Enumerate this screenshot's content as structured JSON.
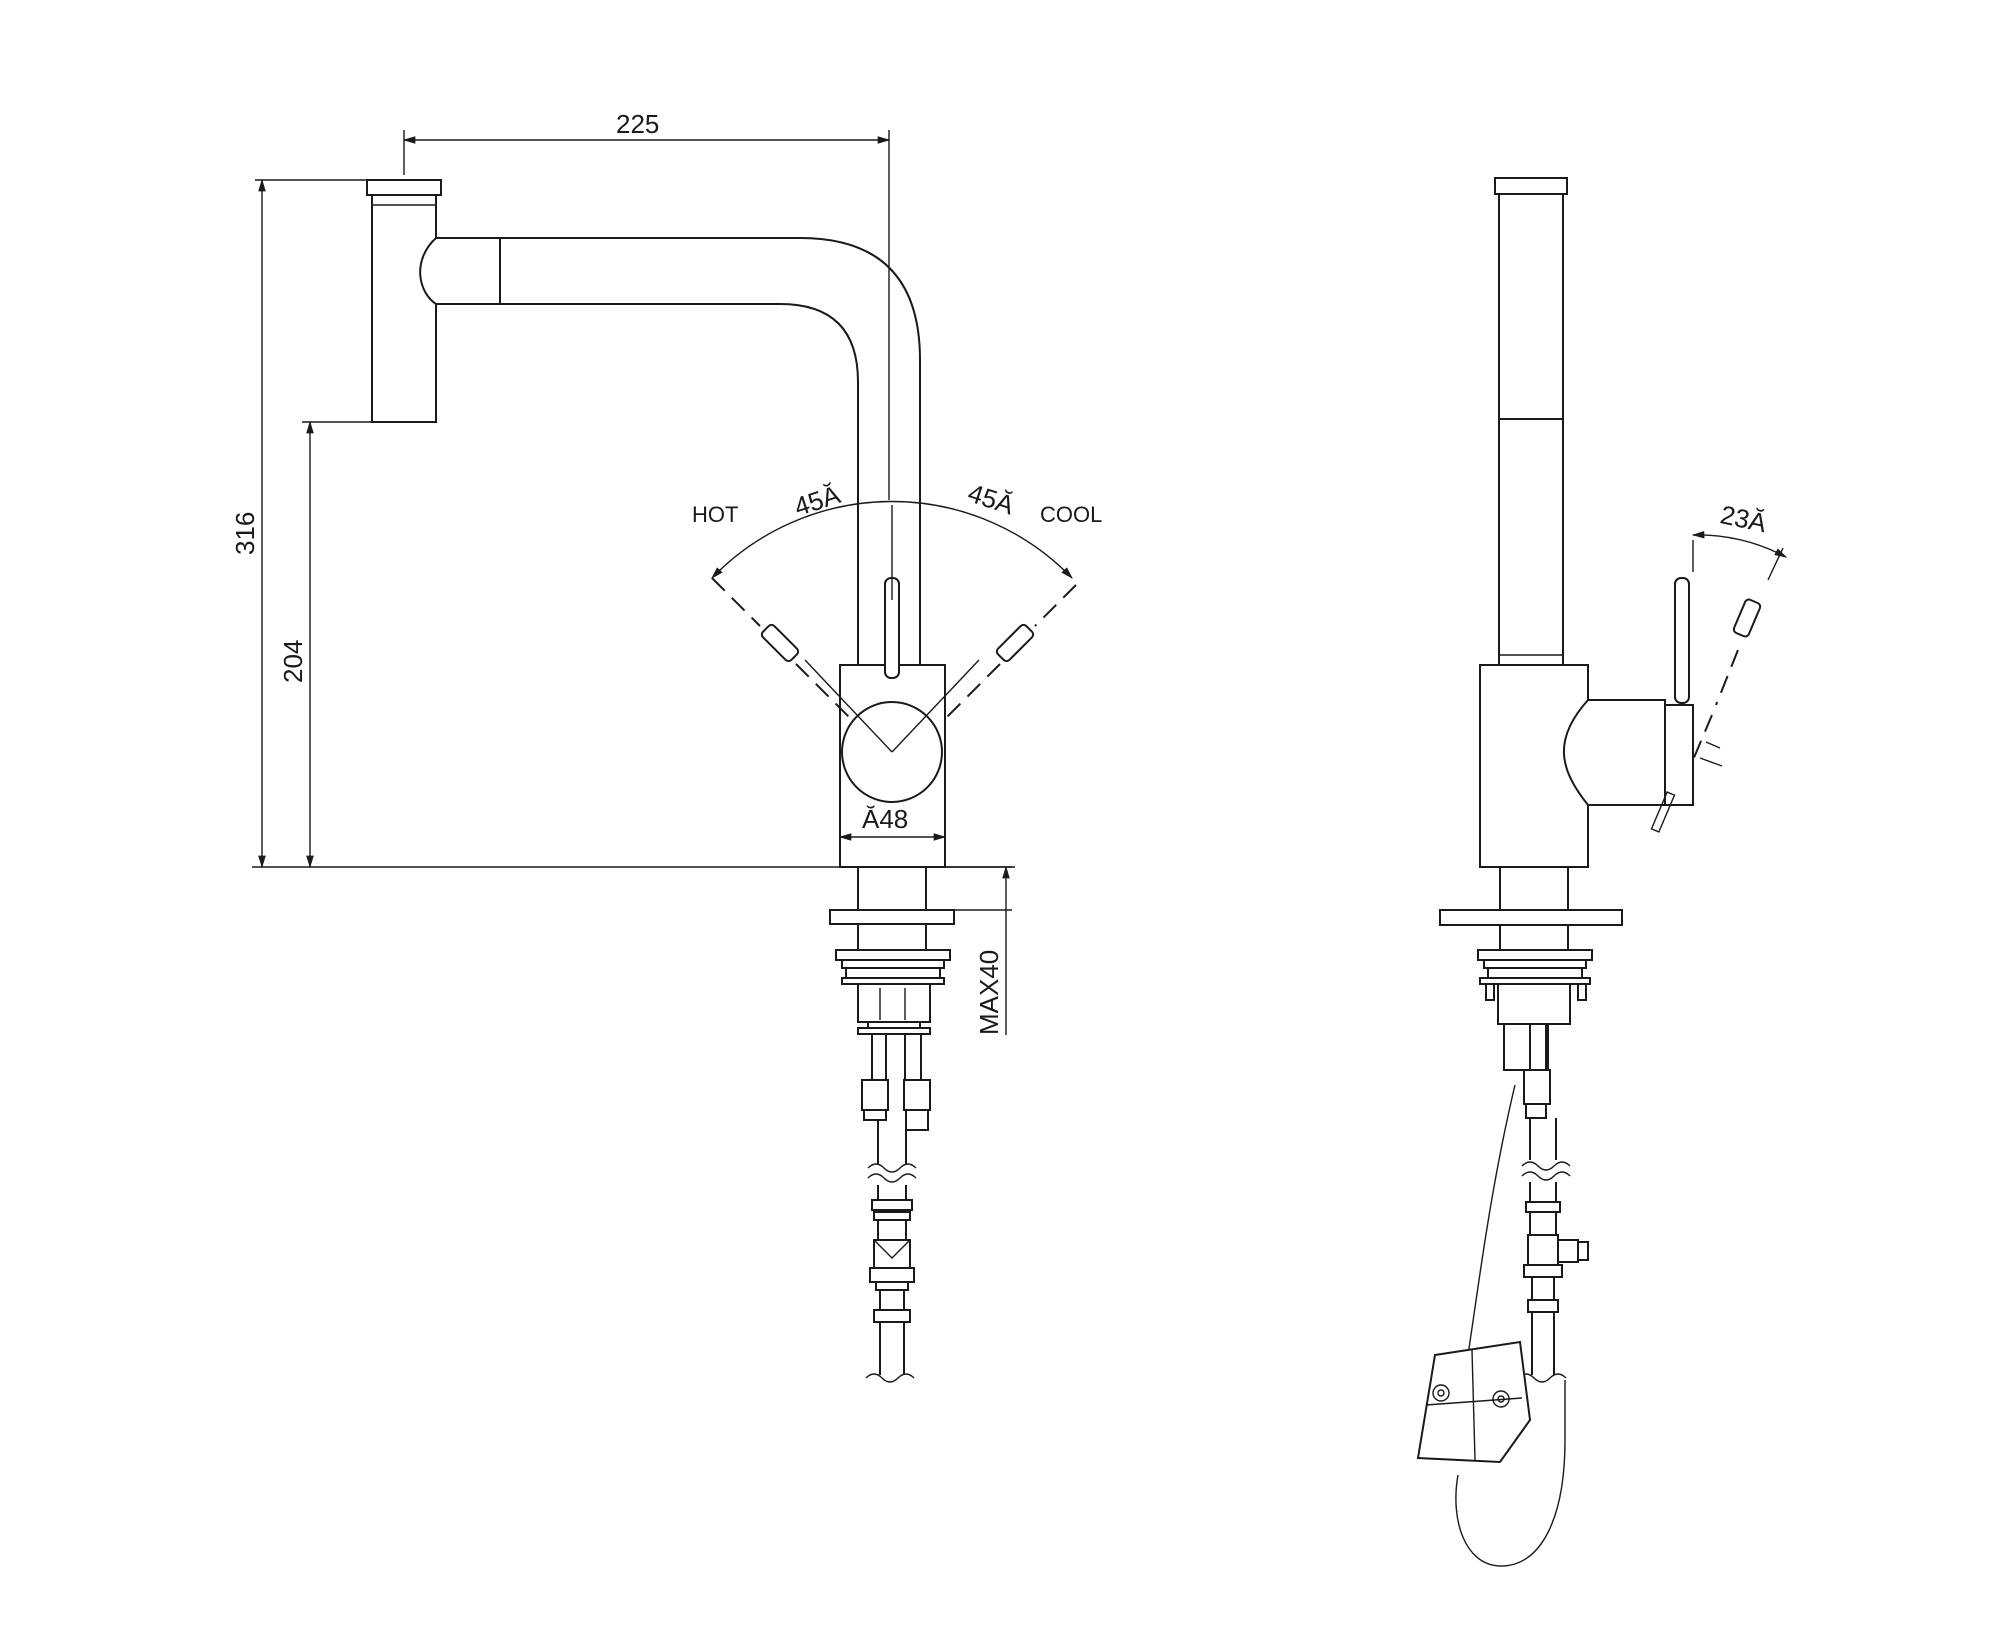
{
  "dimensions": {
    "spout_reach": "225",
    "overall_height": "316",
    "spout_height": "204",
    "body_diameter": "Ă48",
    "max_deck_thickness": "MAX40",
    "hot_angle": "45Ă",
    "cool_angle": "45Ă",
    "handle_tilt_angle": "23Ă"
  },
  "labels": {
    "hot": "HOT",
    "cool": "COOL"
  },
  "colors": {
    "line": "#1a1a1a",
    "background": "#ffffff"
  }
}
